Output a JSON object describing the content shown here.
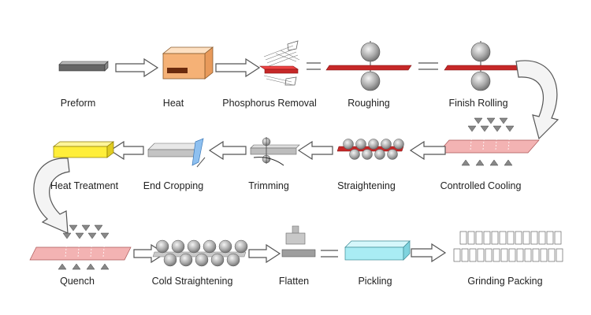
{
  "steps": {
    "preform": "Preform",
    "heat": "Heat",
    "phosphorus_removal": "Phosphorus Removal",
    "roughing": "Roughing",
    "finish_rolling": "Finish Rolling",
    "controlled_cooling": "Controlled Cooling",
    "straightening": "Straightening",
    "trimming": "Trimming",
    "end_cropping": "End Cropping",
    "heat_treatment": "Heat Treatment",
    "quench": "Quench",
    "cold_straightening": "Cold Straightening",
    "flatten": "Flatten",
    "pickling": "Pickling",
    "grinding_packing": "Grinding Packing"
  },
  "colors": {
    "steel_red": "#c62828",
    "heat_orange": "#f5b176",
    "pink_plate": "#f3b3b3",
    "yellow_block": "#ffee3a",
    "pickling_cyan": "#a9ecf4",
    "roll_grey": "#9e9e9e"
  },
  "icons": {
    "flow_arrow": "hollow-arrow-icon",
    "process_gap": "double-line-icon",
    "turn_arrow": "curved-arrow-icon"
  }
}
